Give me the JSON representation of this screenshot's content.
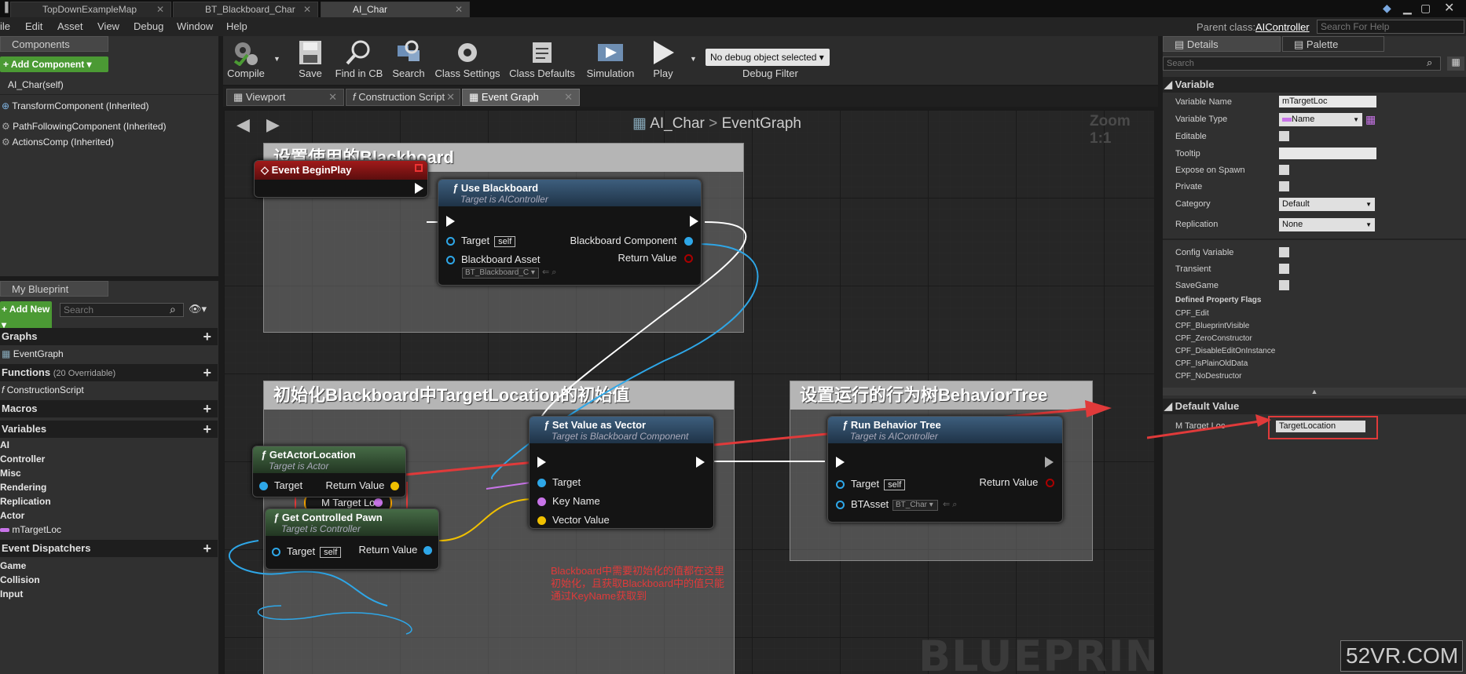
{
  "window": {
    "tabs": [
      {
        "label": "TopDownExampleMap"
      },
      {
        "label": "BT_Blackboard_Char"
      },
      {
        "label": "AI_Char"
      }
    ]
  },
  "menu": [
    "ile",
    "Edit",
    "Asset",
    "View",
    "Debug",
    "Window",
    "Help"
  ],
  "parent_class": {
    "label": "Parent class:",
    "value": "AIController"
  },
  "help_search": {
    "placeholder": "Search For Help"
  },
  "components": {
    "tab": "Components",
    "add_button": "+ Add Component ▾",
    "items": [
      "AI_Char(self)",
      "TransformComponent (Inherited)",
      "PathFollowingComponent (Inherited)",
      "ActionsComp (Inherited)"
    ]
  },
  "my_blueprint": {
    "tab": "My Blueprint",
    "add_button": "+ Add New ▾",
    "search_placeholder": "Search",
    "categories": {
      "graphs": "Graphs",
      "functions": "Functions",
      "functions_note": "(20 Overridable)",
      "macros": "Macros",
      "variables": "Variables",
      "event_dispatchers": "Event Dispatchers"
    },
    "graph_items": [
      "EventGraph"
    ],
    "function_items": [
      "ConstructionScript"
    ],
    "variable_items": [
      "AI",
      "Controller",
      "Misc",
      "Rendering",
      "Replication",
      "Actor",
      "mTargetLoc"
    ],
    "dispatcher_items": [
      "Game",
      "Collision",
      "Input"
    ]
  },
  "toolbar": {
    "buttons": [
      "Compile",
      "Save",
      "Find in CB",
      "Search",
      "Class Settings",
      "Class Defaults",
      "Simulation",
      "Play"
    ],
    "debug_select": "No debug object selected",
    "debug_label": "Debug Filter"
  },
  "graph_tabs": [
    "Viewport",
    "Construction Script",
    "Event Graph"
  ],
  "breadcrumb": {
    "root": "AI_Char",
    "leaf": "EventGraph"
  },
  "zoom": "Zoom 1:1",
  "watermark": "BLUEPRINT",
  "site_mark": "52VR.COM",
  "comments": [
    "设置使用的Blackboard",
    "初始化Blackboard中TargetLocation的初始值",
    "设置运行的行为树BehaviorTree"
  ],
  "nodes": {
    "begin_play": {
      "title": "Event BeginPlay"
    },
    "use_blackboard": {
      "title": "Use Blackboard",
      "subtitle": "Target is AIController",
      "target": "Target",
      "self": "self",
      "asset_label": "Blackboard Asset",
      "asset_value": "BT_Blackboard_C",
      "component": "Blackboard Component",
      "return": "Return Value"
    },
    "set_value": {
      "title": "Set Value as Vector",
      "subtitle": "Target is Blackboard Component",
      "target": "Target",
      "key": "Key Name",
      "vector": "Vector Value"
    },
    "run_bt": {
      "title": "Run Behavior Tree",
      "subtitle": "Target is AIController",
      "target": "Target",
      "self": "self",
      "return": "Return Value",
      "asset_label": "BTAsset",
      "asset_value": "BT_Char"
    },
    "m_target": {
      "title": "M Target Loc"
    },
    "get_actor_loc": {
      "title": "GetActorLocation",
      "subtitle": "Target is Actor",
      "target": "Target",
      "return": "Return Value"
    },
    "get_pawn": {
      "title": "Get Controlled Pawn",
      "subtitle": "Target is Controller",
      "target": "Target",
      "self": "self",
      "return": "Return Value"
    }
  },
  "annotation": "Blackboard中需要初始化的值都在这里初始化，且获取Blackboard中的值只能通过KeyName获取到",
  "details": {
    "tab": "Details",
    "palette_tab": "Palette",
    "search_placeholder": "Search",
    "section": "Variable",
    "fields": {
      "name_label": "Variable Name",
      "name_value": "mTargetLoc",
      "type_label": "Variable Type",
      "type_value": "Name",
      "editable": "Editable",
      "tooltip": "Tooltip",
      "expose": "Expose on Spawn",
      "private": "Private",
      "category": "Category",
      "category_value": "Default",
      "replication": "Replication",
      "replication_value": "None",
      "config": "Config Variable",
      "transient": "Transient",
      "savegame": "SaveGame",
      "flags_title": "Defined Property Flags"
    },
    "flags": [
      "CPF_Edit",
      "CPF_BlueprintVisible",
      "CPF_ZeroConstructor",
      "CPF_DisableEditOnInstance",
      "CPF_IsPlainOldData",
      "CPF_NoDestructor"
    ],
    "default_section": "Default Value",
    "default_label": "M Target Loc",
    "default_value": "TargetLocation"
  },
  "colors": {
    "exec": "#ffffff",
    "object_pin": "#2ea7e8",
    "name_pin": "#c874e8",
    "vector_pin": "#f0c000",
    "highlight": "#e03a3a",
    "green": "#4b9a34"
  }
}
